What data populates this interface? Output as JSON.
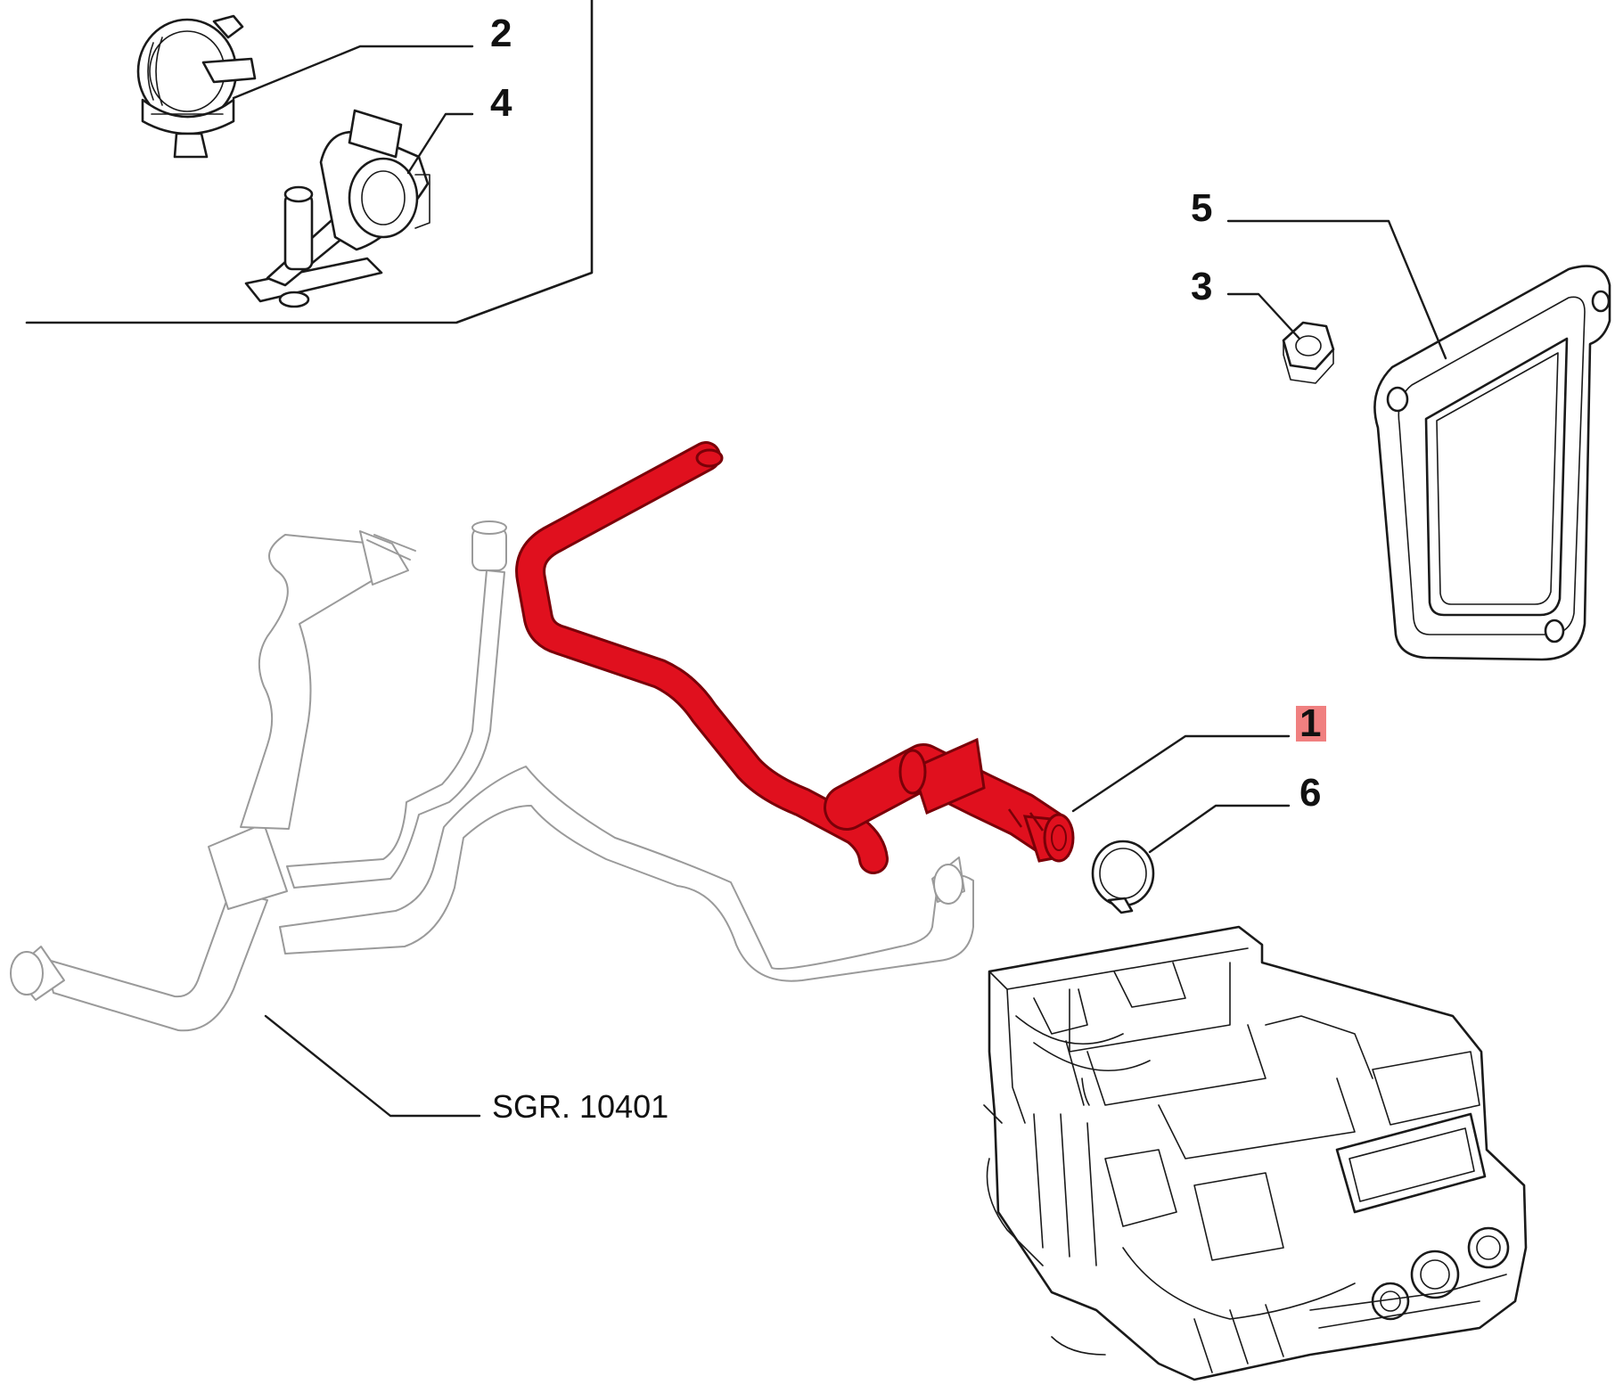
{
  "diagram": {
    "callouts": [
      {
        "id": "callout-1",
        "text": "1",
        "highlight": "#f08080"
      },
      {
        "id": "callout-2",
        "text": "2"
      },
      {
        "id": "callout-3",
        "text": "3"
      },
      {
        "id": "callout-4",
        "text": "4"
      },
      {
        "id": "callout-5",
        "text": "5"
      },
      {
        "id": "callout-6",
        "text": "6"
      }
    ],
    "reference": "SGR. 10401",
    "colors": {
      "highlight_part": "#e0101e",
      "highlight_outline": "#7a0008",
      "ghost_part": "#9a9a9a",
      "ink": "#1a1a1a"
    }
  }
}
